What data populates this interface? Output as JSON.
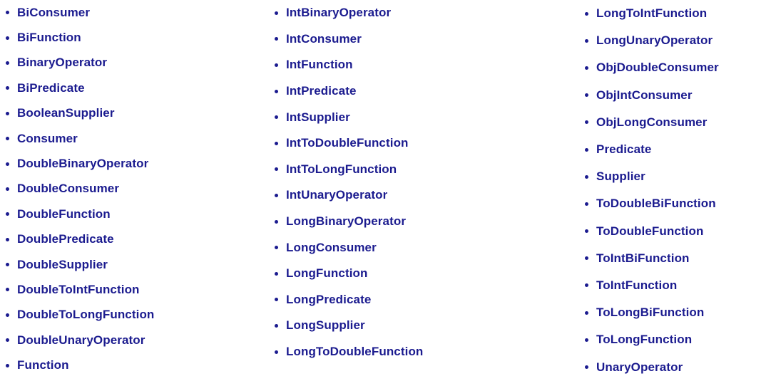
{
  "page": {
    "background": "#ffffff",
    "link_color": "#1b1b8f",
    "bullet_color": "#1b1b8f"
  },
  "columns": [
    {
      "items": [
        "BiConsumer",
        "BiFunction",
        "BinaryOperator",
        "BiPredicate",
        "BooleanSupplier",
        "Consumer",
        "DoubleBinaryOperator",
        "DoubleConsumer",
        "DoubleFunction",
        "DoublePredicate",
        "DoubleSupplier",
        "DoubleToIntFunction",
        "DoubleToLongFunction",
        "DoubleUnaryOperator",
        "Function"
      ]
    },
    {
      "items": [
        "IntBinaryOperator",
        "IntConsumer",
        "IntFunction",
        "IntPredicate",
        "IntSupplier",
        "IntToDoubleFunction",
        "IntToLongFunction",
        "IntUnaryOperator",
        "LongBinaryOperator",
        "LongConsumer",
        "LongFunction",
        "LongPredicate",
        "LongSupplier",
        "LongToDoubleFunction"
      ]
    },
    {
      "items": [
        "LongToIntFunction",
        "LongUnaryOperator",
        "ObjDoubleConsumer",
        "ObjIntConsumer",
        "ObjLongConsumer",
        "Predicate",
        "Supplier",
        "ToDoubleBiFunction",
        "ToDoubleFunction",
        "ToIntBiFunction",
        "ToIntFunction",
        "ToLongBiFunction",
        "ToLongFunction",
        "UnaryOperator"
      ]
    }
  ]
}
